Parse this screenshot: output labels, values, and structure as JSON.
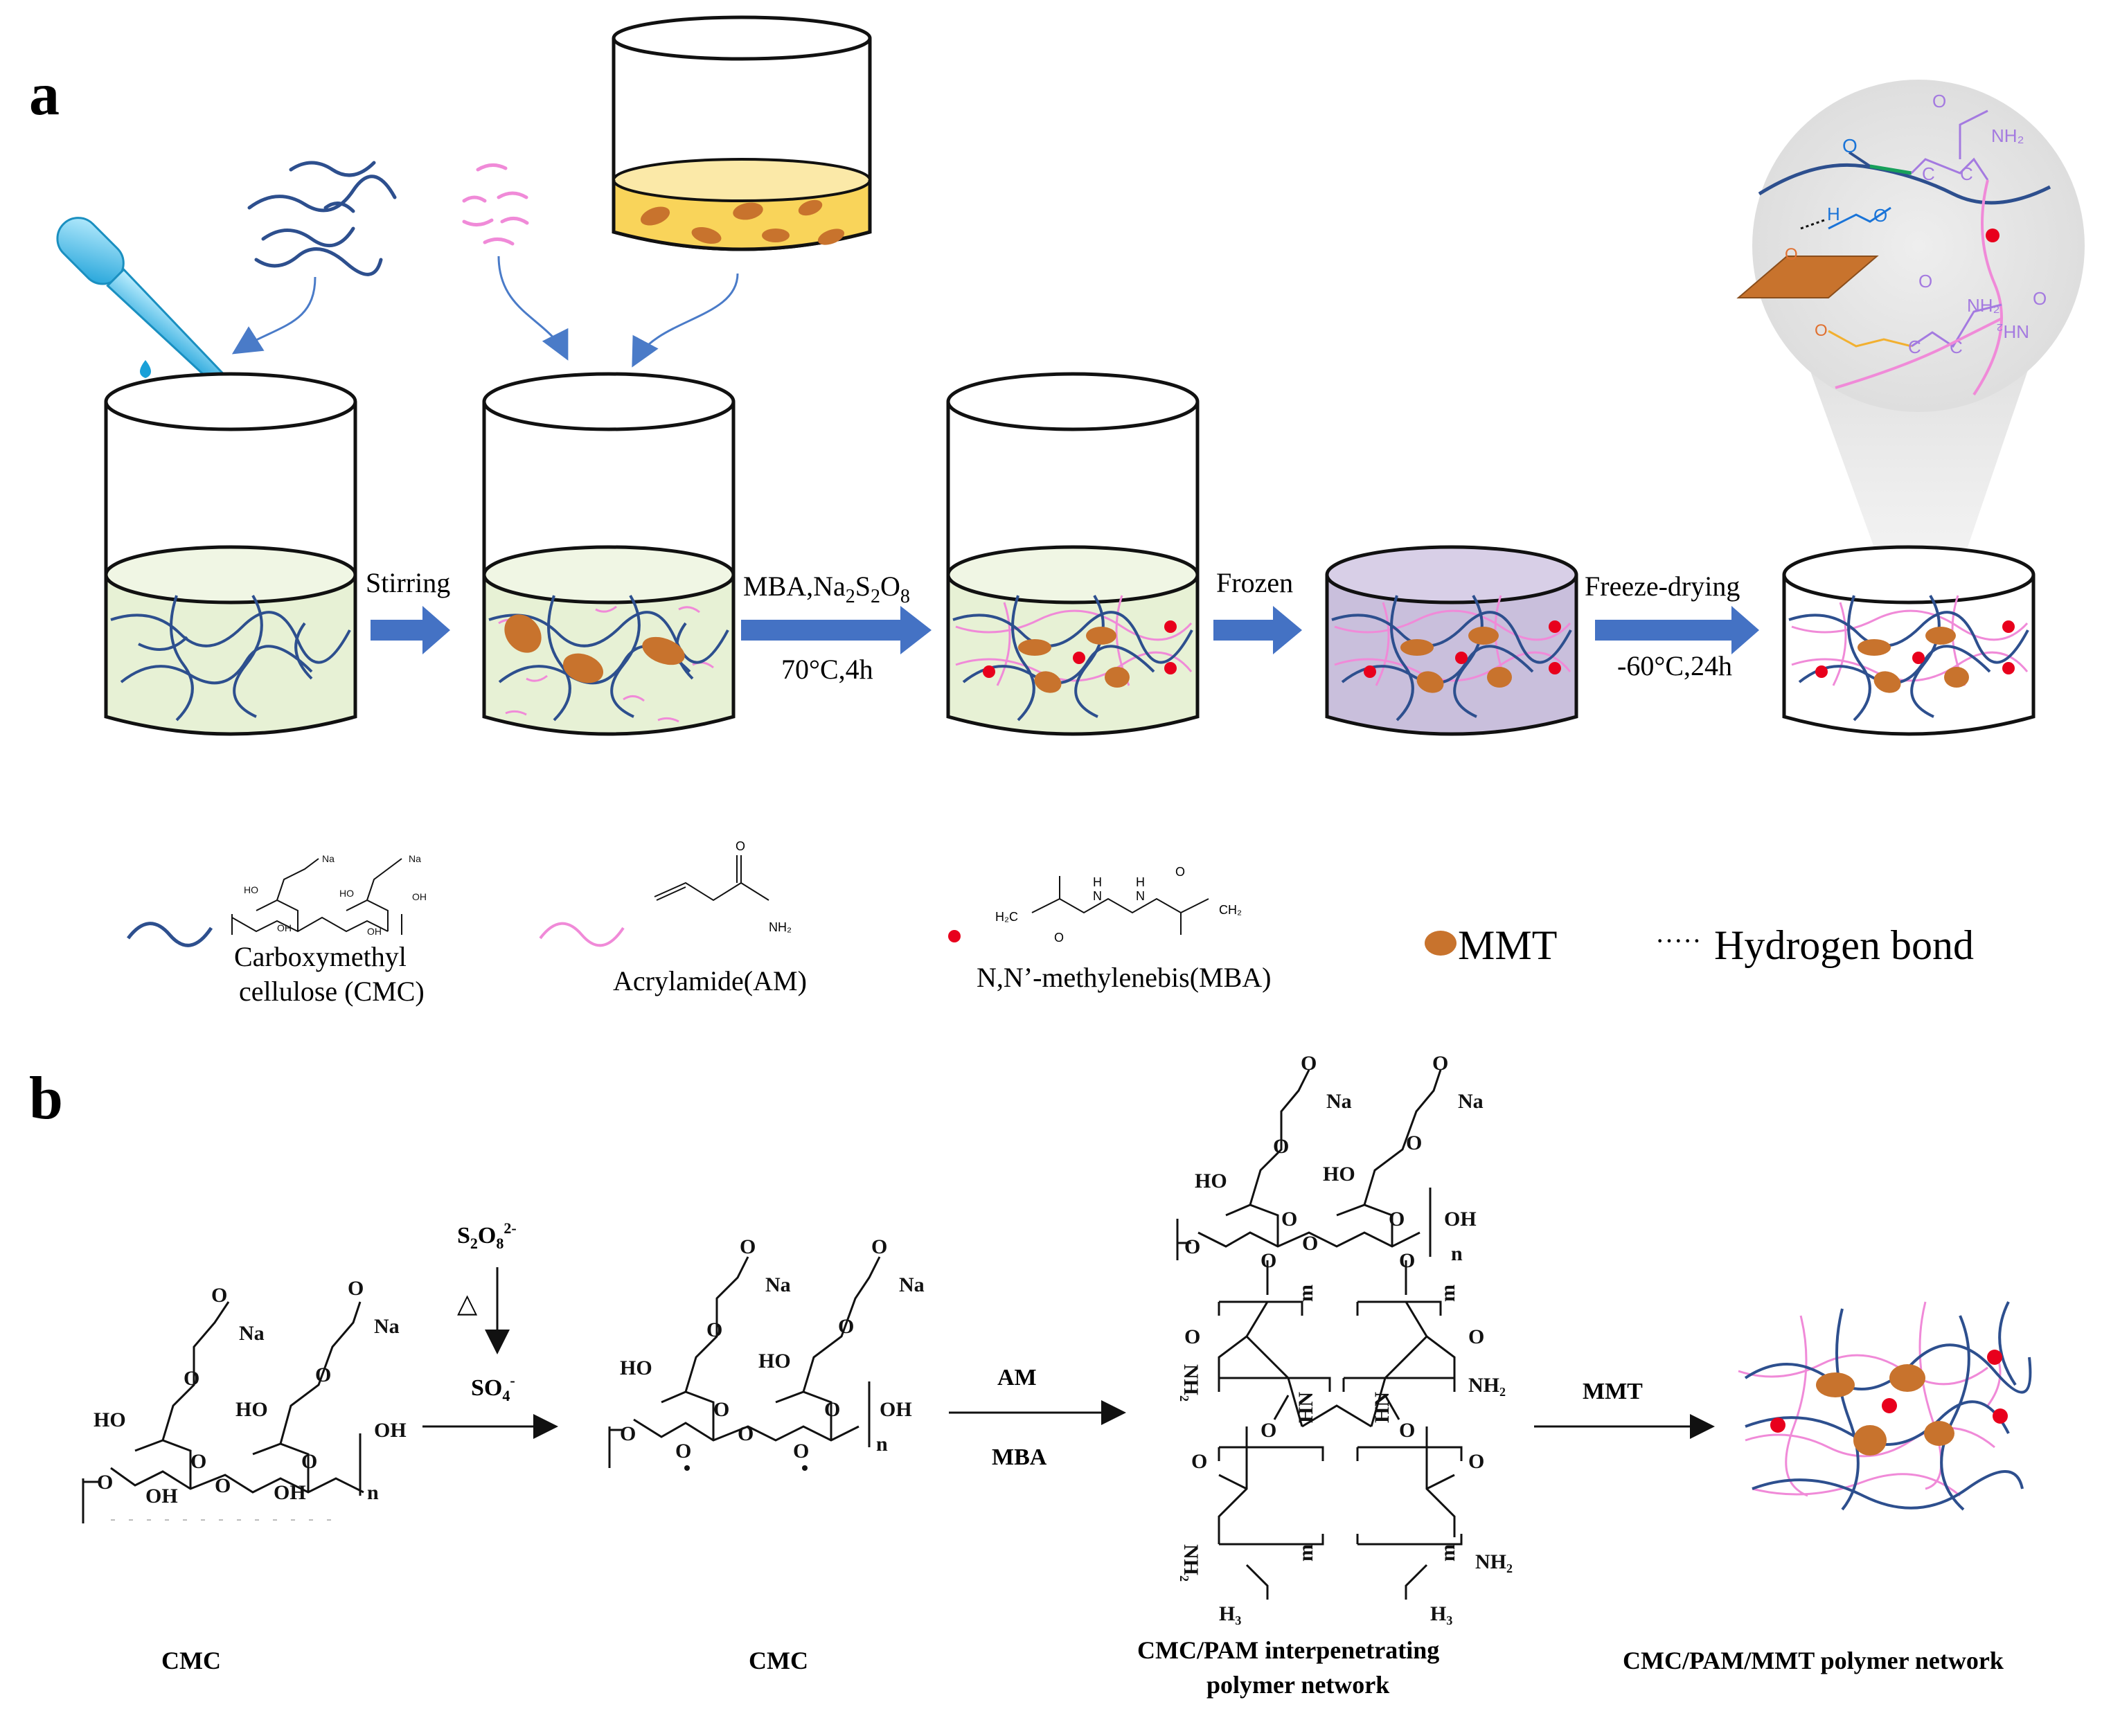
{
  "panel_a": {
    "label": "a",
    "steps": {
      "stirring": "Stirring",
      "mba_pre": "MBA,Na",
      "mba_sub1": "2",
      "mba_s": "S",
      "mba_sub2": "2",
      "mba_o": "O",
      "mba_sub3": "8",
      "mba_cond": "70°C,4h",
      "frozen": "Frozen",
      "freeze_drying": "Freeze-drying",
      "fd_cond": "-60°C,24h"
    },
    "legend": {
      "cmc_line1": "Carboxymethyl",
      "cmc_line2": "cellulose (CMC)",
      "am": "Acrylamide(AM)",
      "mba": "N,N’-methylenebis(MBA)",
      "mmt": "MMT",
      "hbond_marker": "·····",
      "hbond": "Hydrogen bond"
    },
    "struct": {
      "ho": "HO",
      "oh": "OH",
      "o": "O",
      "na": "Na",
      "nh2": "NH₂",
      "h2c": "H₂C",
      "ch2": "CH₂",
      "h": "H",
      "n": "N",
      "c": "C"
    }
  },
  "panel_b": {
    "label": "b",
    "s2o8_base": "S",
    "s2o8_sub1": "2",
    "s2o8_o": "O",
    "s2o8_sub2": "8",
    "s2o8_sup": "2-",
    "delta": "△",
    "so4_base": "SO",
    "so4_sub": "4",
    "so4_sup": "-",
    "am": "AM",
    "mba": "MBA",
    "mmt": "MMT",
    "cmc_1": "CMC",
    "cmc_2": "CMC",
    "ipn_line1": "CMC/PAM interpenetrating",
    "ipn_line2": "polymer network",
    "final": "CMC/PAM/MMT polymer network",
    "struct": {
      "ho": "HO",
      "oh": "OH",
      "o": "O",
      "na": "Na",
      "n": "n",
      "m": "m",
      "nh2": "NH₂",
      "h3": "H₃",
      "hn": "HN"
    }
  },
  "colors": {
    "blue_chain": "#2d4f8e",
    "pink_chain": "#f08ad8",
    "mmt": "#c8732d",
    "mba_dot": "#e8001c",
    "arrow": "#4472c4",
    "gel": "#e7f1d5",
    "frozen": "#c9bfdc",
    "vial_liquid": "#f9d45a"
  }
}
